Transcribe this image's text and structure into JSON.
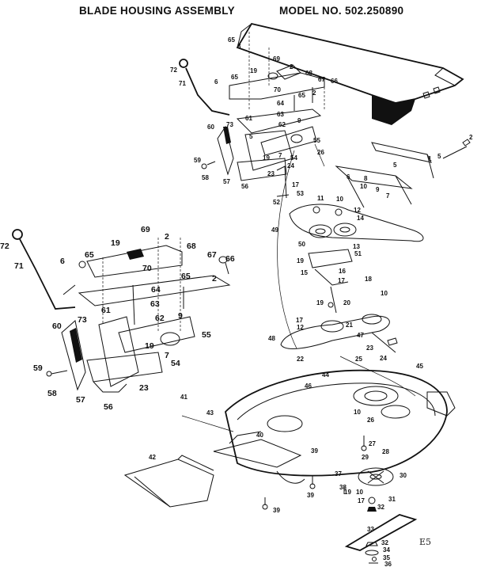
{
  "header": {
    "title": "BLADE HOUSING ASSEMBLY",
    "model": "MODEL NO. 502.250890"
  },
  "page_code": "E5",
  "callouts": {
    "upper": [
      "65",
      "3",
      "69",
      "2",
      "72",
      "68",
      "67",
      "66",
      "6",
      "65",
      "70",
      "19",
      "71",
      "64",
      "63",
      "65",
      "2",
      "61",
      "9",
      "60",
      "73",
      "62",
      "5",
      "55",
      "26",
      "59",
      "58",
      "57",
      "56",
      "23",
      "54",
      "19",
      "7",
      "24",
      "17",
      "53",
      "52",
      "2",
      "5",
      "1",
      "5",
      "6",
      "7",
      "9",
      "8",
      "10",
      "11",
      "10",
      "12",
      "14",
      "13",
      "51",
      "49",
      "50",
      "19",
      "15",
      "16",
      "17",
      "18",
      "10",
      "19",
      "20",
      "48",
      "17",
      "12",
      "21",
      "47",
      "22",
      "23",
      "24",
      "25",
      "45",
      "46",
      "44",
      "43",
      "41",
      "40",
      "10",
      "26",
      "27",
      "28",
      "39",
      "29",
      "30",
      "37",
      "39",
      "38",
      "19",
      "10",
      "17",
      "31",
      "32",
      "33",
      "34",
      "35",
      "36",
      "42",
      "39",
      "32"
    ],
    "inset": [
      "72",
      "71",
      "69",
      "2",
      "19",
      "68",
      "6",
      "65",
      "67",
      "66",
      "70",
      "65",
      "64",
      "2",
      "63",
      "61",
      "9",
      "73",
      "62",
      "60",
      "55",
      "7",
      "54",
      "59",
      "58",
      "57",
      "56",
      "23",
      "19"
    ]
  }
}
